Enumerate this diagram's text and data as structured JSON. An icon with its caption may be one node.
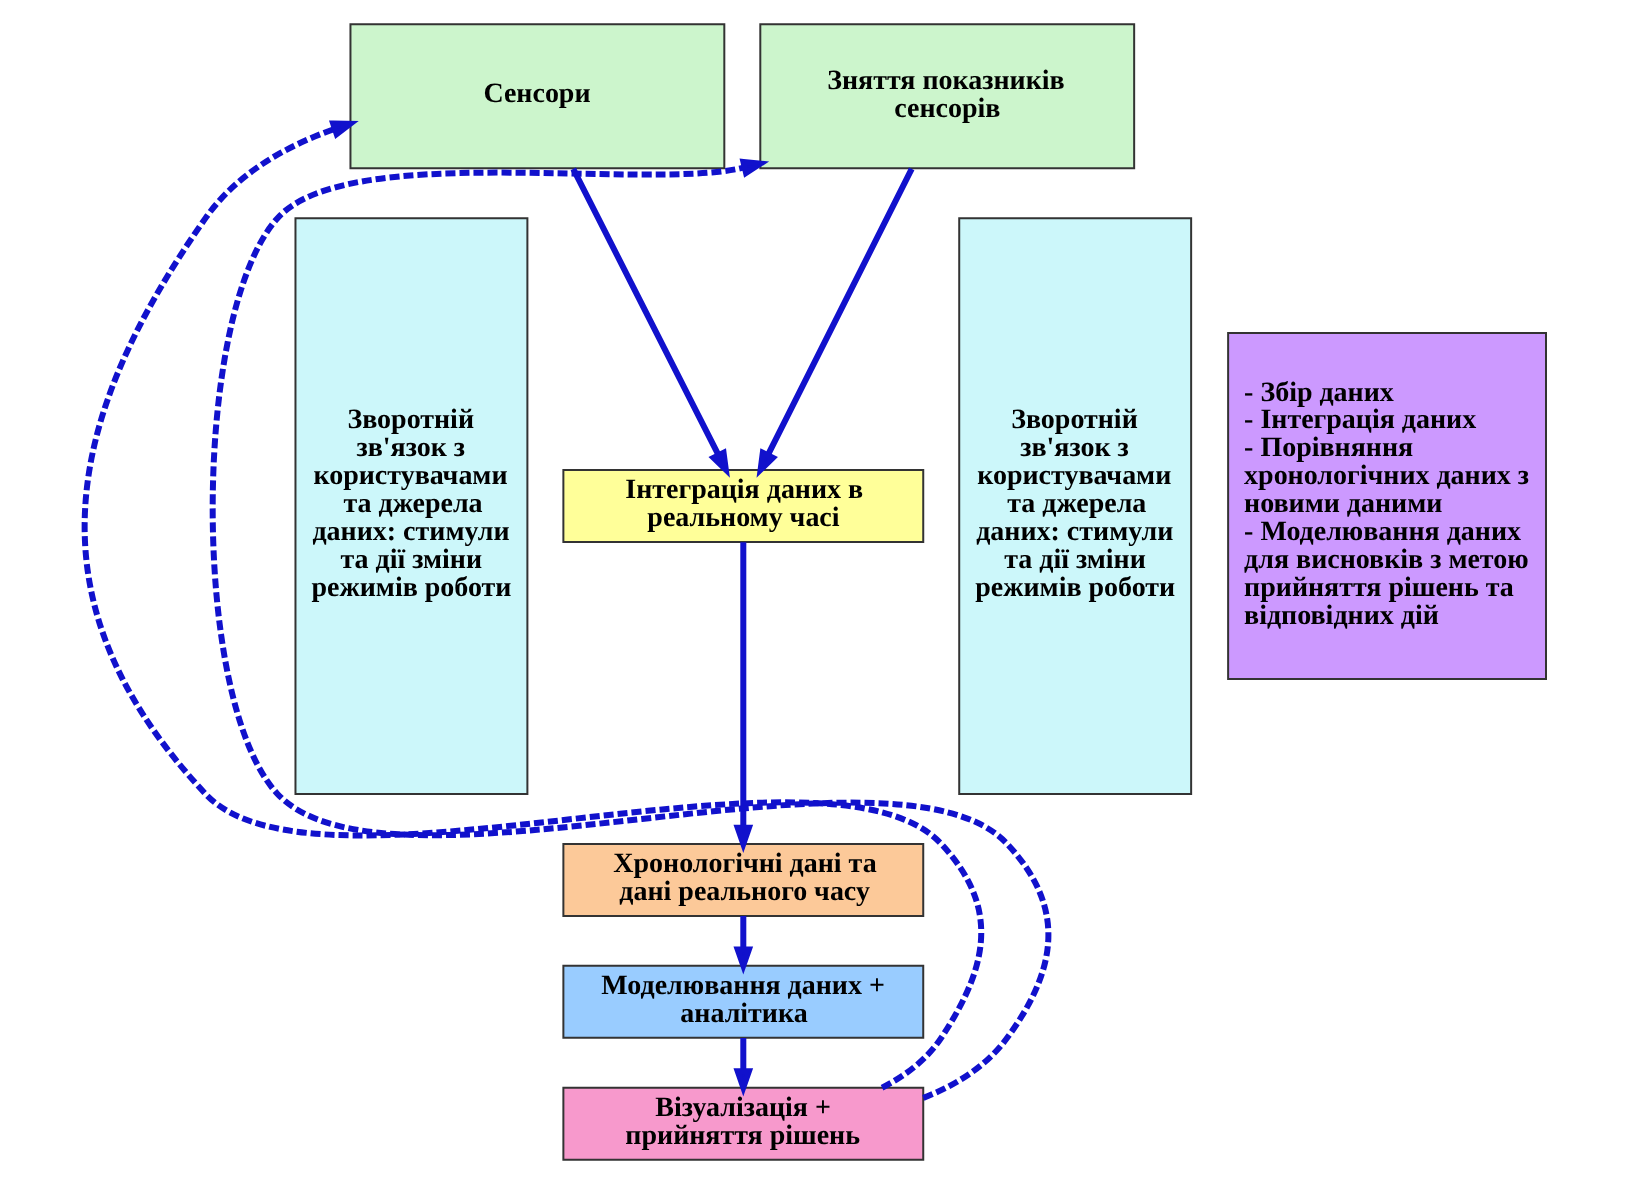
{
  "diagram": {
    "nodes": [
      {
        "text": [
          "Сенсори"
        ]
      },
      {
        "text": [
          "Зняття показників сенсорів"
        ]
      },
      {
        "text": [
          "Зворотній зв'язок з користувачами та джерела даних: стимули та дії зміни режимів роботи"
        ]
      },
      {
        "text": [
          "Інтеграція даних в реальному часі"
        ]
      },
      {
        "text": [
          "Хронологічні дані та дані реального часу"
        ]
      },
      {
        "text": [
          "Моделювання даних + аналітика"
        ]
      },
      {
        "text": [
          "Візуалізація + прийняття рішень"
        ]
      },
      {
        "text": [
          "Зворотній зв'язок з користувачами та джерела даних: стимули та дії зміни режимів роботи"
        ]
      },
      {
        "text": [
          "- Збір даних",
          "- Інтеграція даних",
          "- Порівняння хронологічних даних з новими даними",
          "- Моделювання даних для висновків з метою прийняття рішень та відповідних дій"
        ]
      }
    ],
    "edges": [
      {
        "from": 0,
        "to": 3,
        "arrow": "to"
      },
      {
        "from": 1,
        "to": 3,
        "arrow": "to"
      },
      {
        "from": 3,
        "to": 4,
        "arrow": "to"
      },
      {
        "from": 4,
        "to": 5,
        "arrow": "to"
      },
      {
        "from": 5,
        "to": 6,
        "arrow": "to"
      },
      {
        "from": 6,
        "to": 0,
        "arrow": "to",
        "style": "dashed"
      },
      {
        "from": 6,
        "to": 1,
        "arrow": "to",
        "style": "dashed"
      }
    ]
  }
}
